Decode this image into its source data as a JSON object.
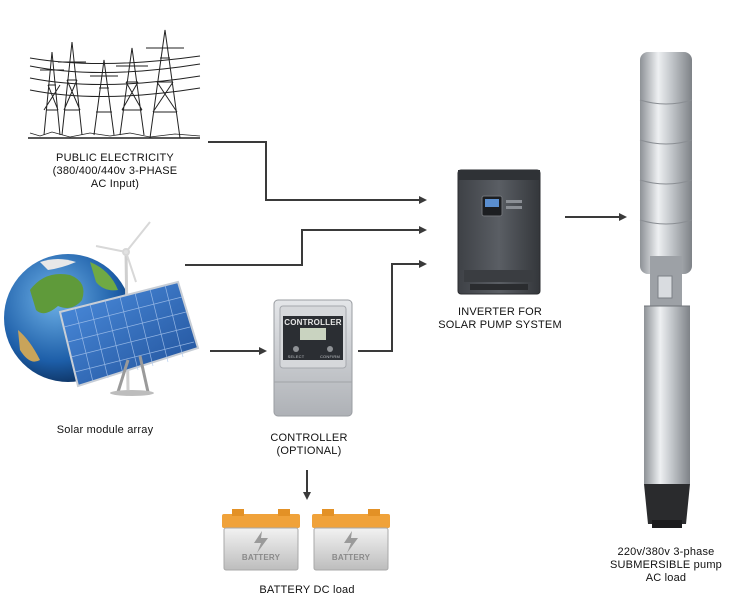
{
  "nodes": {
    "public_electricity": {
      "lines": [
        "PUBLIC ELECTRICITY",
        "(380/400/440v 3-PHASE",
        "AC Input)"
      ]
    },
    "solar_array": {
      "lines": [
        "Solar module array"
      ]
    },
    "controller": {
      "lines": [
        "CONTROLLER",
        "(OPTIONAL)"
      ],
      "screen_label": "CONTROLLER",
      "button_left": "SELECT",
      "button_right": "CONFIRM"
    },
    "inverter": {
      "lines": [
        "INVERTER FOR",
        "SOLAR PUMP SYSTEM"
      ]
    },
    "battery": {
      "lines": [
        "BATTERY DC load"
      ],
      "cell_label": "BATTERY"
    },
    "pump": {
      "lines": [
        "220v/380v 3-phase",
        "SUBMERSIBLE pump",
        "AC load"
      ]
    }
  },
  "colors": {
    "connector": "#3a3a3a",
    "inverter_body": "#4a4d52",
    "controller_body": "#c9cbcf",
    "battery_lid": "#f0a23a",
    "panel_blue": "#2f6fc4",
    "steel": "#b9bdc2"
  }
}
